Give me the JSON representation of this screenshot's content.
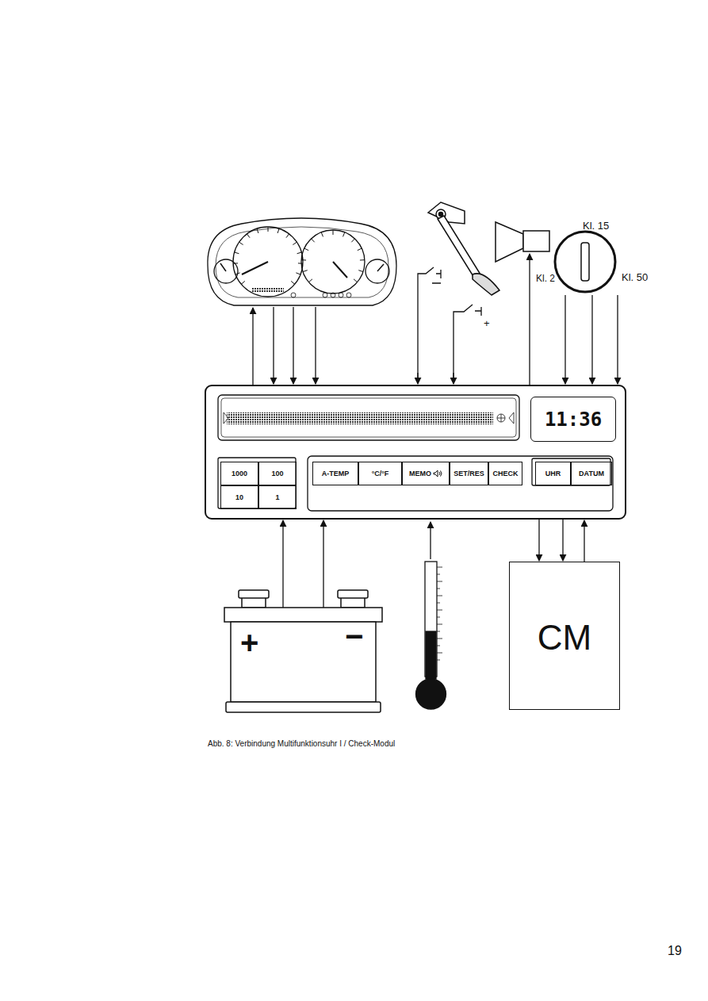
{
  "diagram": {
    "caption": "Abb. 8: Verbindung Multifunktionsuhr I / Check-Modul",
    "nodes": [
      {
        "text": [
          "Kl. 15",
          "Kl. 2",
          "Kl. 50"
        ]
      },
      {},
      {
        "text": [
          "11:36"
        ],
        "in": 1
      },
      {
        "text": [
          "1000"
        ],
        "in": 1
      },
      {
        "text": [
          "100"
        ],
        "in": 1
      },
      {
        "text": [
          "10"
        ],
        "in": 1
      },
      {
        "text": [
          "1"
        ],
        "in": 1
      },
      {
        "text": [
          "A-TEMP"
        ],
        "in": 1
      },
      {
        "text": [
          "°C/°F"
        ],
        "in": 1
      },
      {
        "text": [
          "MEMO"
        ],
        "in": 1
      },
      {
        "text": [
          "SET/RES"
        ],
        "in": 1
      },
      {
        "text": [
          "CHECK"
        ],
        "in": 1
      },
      {
        "text": [
          "UHR"
        ],
        "in": 1
      },
      {
        "text": [
          "DATUM"
        ],
        "in": 1
      },
      {
        "text": [
          "+",
          "−"
        ]
      },
      {
        "text": [
          "CM"
        ]
      }
    ],
    "edges": [
      {
        "from": 0,
        "to": 1,
        "arrow": "to"
      },
      {
        "from": 0,
        "to": 1,
        "arrow": "to"
      },
      {
        "from": 0,
        "to": 1,
        "arrow": "to"
      },
      {
        "from": 14,
        "to": 1,
        "arrow": "to"
      },
      {
        "from": 14,
        "to": 1,
        "arrow": "to"
      },
      {
        "from": 1,
        "to": 15,
        "arrow": "to"
      },
      {
        "from": 1,
        "to": 15,
        "arrow": "to"
      },
      {
        "from": 15,
        "to": 1,
        "arrow": "to"
      }
    ],
    "labels": [
      "+",
      "19"
    ]
  }
}
